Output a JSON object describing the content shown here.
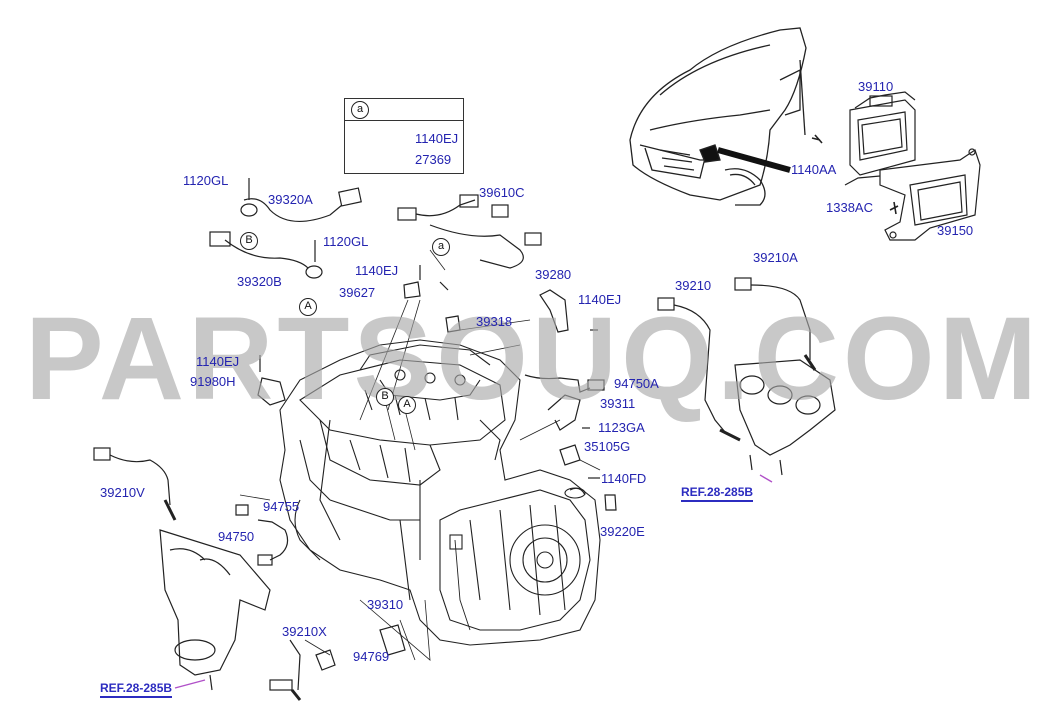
{
  "callout": {
    "marker": "a",
    "labels": [
      "1140EJ",
      "27369"
    ]
  },
  "markers": {
    "a": "a",
    "A": "A",
    "B": "B"
  },
  "parts": {
    "p39110": "39110",
    "p1140AA": "1140AA",
    "p1338AC": "1338AC",
    "p39150": "39150",
    "p1120GL_top": "1120GL",
    "p39320A": "39320A",
    "p1120GL_mid": "1120GL",
    "p39320B": "39320B",
    "p39610C": "39610C",
    "p1140EJ_a": "1140EJ",
    "p39627": "39627",
    "p39280": "39280",
    "p1140EJ_b": "1140EJ",
    "p39318": "39318",
    "p39210": "39210",
    "p39210A": "39210A",
    "p1140EJ_c": "1140EJ",
    "p91980H": "91980H",
    "p94750A": "94750A",
    "p39311": "39311",
    "p1123GA": "1123GA",
    "p35105G": "35105G",
    "p1140FD": "1140FD",
    "p39220E": "39220E",
    "p39210V": "39210V",
    "p94755": "94755",
    "p94750": "94750",
    "p39310": "39310",
    "p39210X": "39210X",
    "p94769": "94769"
  },
  "references": {
    "ref_right": "REF.28-285B",
    "ref_left": "REF.28-285B"
  },
  "watermark": "PARTSOUQ.COM",
  "colors": {
    "label": "#2424b0",
    "reference": "#2c2cc0",
    "reference_line": "#b050c8",
    "watermark": "#a8a8a8"
  }
}
